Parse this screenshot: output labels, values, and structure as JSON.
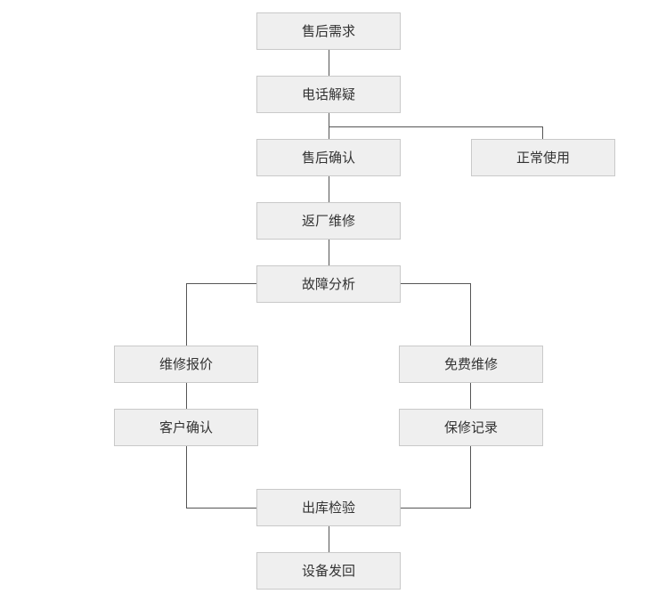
{
  "diagram": {
    "type": "flowchart",
    "colors": {
      "node_fill": "#efefef",
      "node_border": "#c9c9c9",
      "node_text": "#333333",
      "connector": "#555555"
    },
    "nodes": {
      "sales_demand": "售后需求",
      "phone_solve": "电话解疑",
      "sales_confirm": "售后确认",
      "normal_use": "正常使用",
      "return_repair": "返厂维修",
      "fault_analysis": "故障分析",
      "repair_quote": "维修报价",
      "free_repair": "免费维修",
      "customer_confirm": "客户确认",
      "warranty_record": "保修记录",
      "outbound_check": "出库检验",
      "ship_back": "设备发回"
    },
    "edges": [
      [
        "sales_demand",
        "phone_solve"
      ],
      [
        "phone_solve",
        "sales_confirm"
      ],
      [
        "phone_solve",
        "normal_use"
      ],
      [
        "sales_confirm",
        "return_repair"
      ],
      [
        "return_repair",
        "fault_analysis"
      ],
      [
        "fault_analysis",
        "repair_quote"
      ],
      [
        "fault_analysis",
        "free_repair"
      ],
      [
        "repair_quote",
        "customer_confirm"
      ],
      [
        "free_repair",
        "warranty_record"
      ],
      [
        "customer_confirm",
        "outbound_check"
      ],
      [
        "warranty_record",
        "outbound_check"
      ],
      [
        "outbound_check",
        "ship_back"
      ]
    ]
  }
}
